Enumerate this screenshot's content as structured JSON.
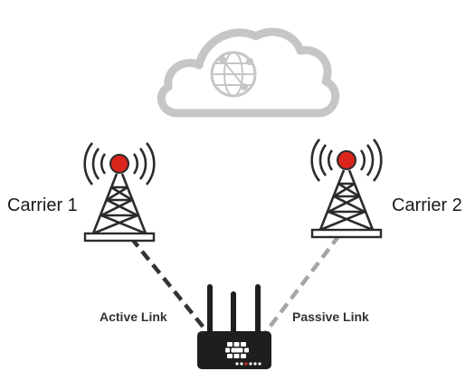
{
  "diagram": {
    "carrier_left": {
      "label": "Carrier 1"
    },
    "carrier_right": {
      "label": "Carrier 2"
    },
    "active_link": {
      "label": "Active Link",
      "style": "dashed",
      "color": "#333333"
    },
    "passive_link": {
      "label": "Passive Link",
      "style": "dashed",
      "color": "#a6a6a6"
    },
    "cloud": {
      "icon": "cloud-globe-icon",
      "color": "#c8c8c8"
    },
    "tower": {
      "icon": "cell-tower-icon",
      "beacon_color": "#d9251c"
    },
    "router": {
      "icon": "wireless-router-icon",
      "antenna_count": 3,
      "body_color": "#1e1e1e"
    }
  }
}
